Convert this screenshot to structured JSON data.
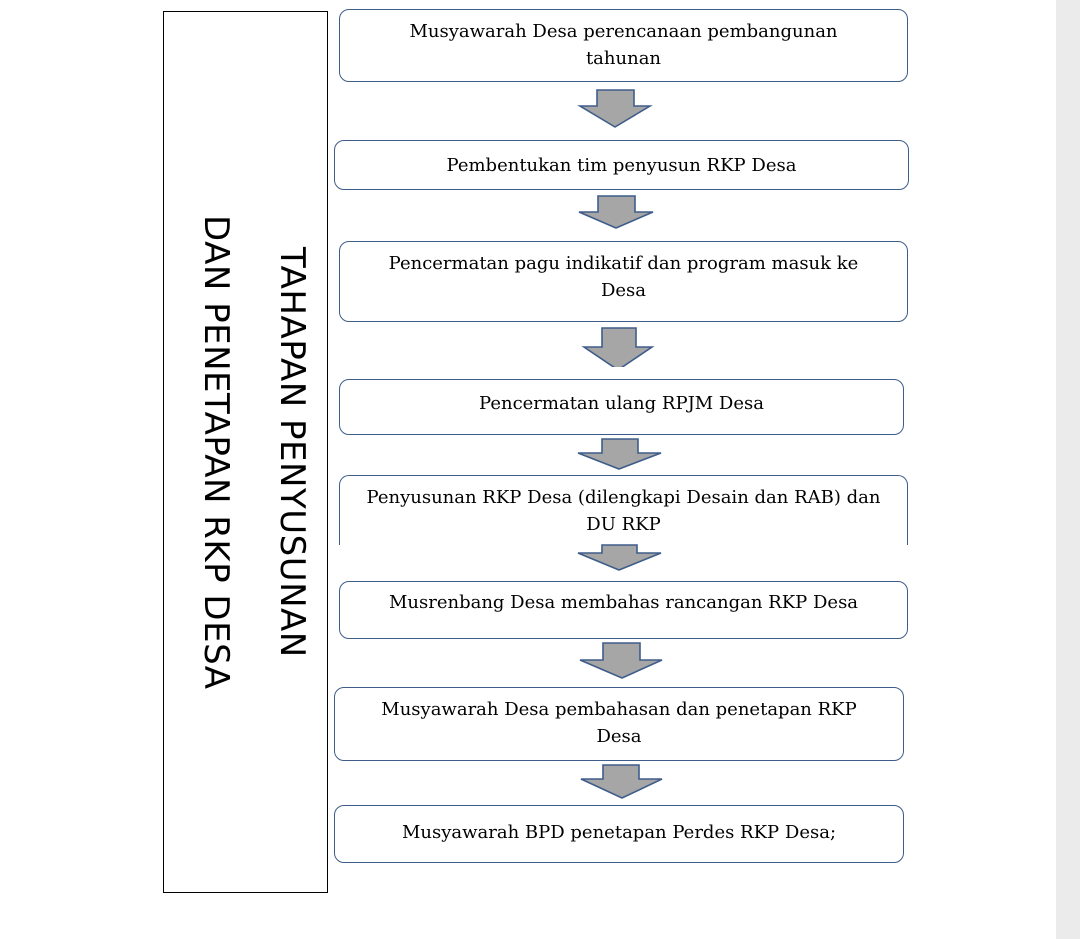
{
  "diagram": {
    "side_label": {
      "line1": "TAHAPAN PENYUSUNAN",
      "line2": "DAN PENETAPAN RKP DESA"
    },
    "steps": [
      {
        "id": 1,
        "label": "Musyawarah Desa perencanaan pembangunan tahunan"
      },
      {
        "id": 2,
        "label": "Pembentukan tim penyusun RKP Desa"
      },
      {
        "id": 3,
        "label": "Pencermatan pagu indikatif dan program masuk ke Desa"
      },
      {
        "id": 4,
        "label": "Pencermatan ulang RPJM Desa"
      },
      {
        "id": 5,
        "label": "Penyusunan RKP Desa (dilengkapi Desain dan RAB) dan DU RKP"
      },
      {
        "id": 6,
        "label": "Musrenbang Desa membahas rancangan RKP Desa"
      },
      {
        "id": 7,
        "label": "Musyawarah Desa pembahasan dan penetapan RKP Desa"
      },
      {
        "id": 8,
        "label": "Musyawarah BPD penetapan Perdes RKP Desa;"
      }
    ],
    "colors": {
      "box_border": "#3e5d8a",
      "arrow_fill": "#a6a6a6",
      "arrow_stroke": "#3e5d8a"
    }
  }
}
